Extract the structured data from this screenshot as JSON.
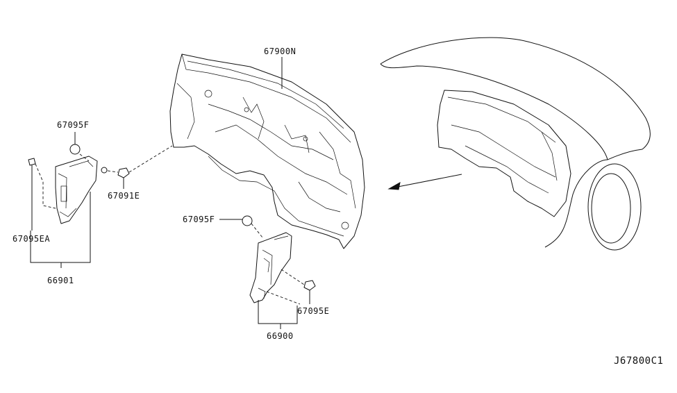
{
  "labels": {
    "p67900N": "67900N",
    "p67095F_top": "67095F",
    "p67091E": "67091E",
    "p67095EA": "67095EA",
    "p66901": "66901",
    "p67095F_mid": "67095F",
    "p67095E": "67095E",
    "p66900": "66900"
  },
  "diagram_code": "J67800C1"
}
